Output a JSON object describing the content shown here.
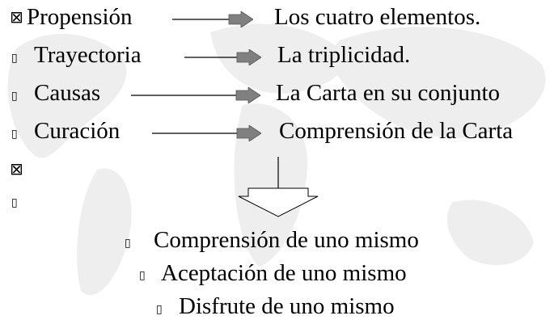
{
  "background": {
    "description_icon": "world-map-watermark",
    "color": "#ececec"
  },
  "top_list": {
    "bullet_boxed": "⊠",
    "bullet_glyph": "▯",
    "items": [
      {
        "label": "Propensión",
        "target": "Los cuatro elementos."
      },
      {
        "label": "Trayectoria",
        "target": "La triplicidad."
      },
      {
        "label": "Causas",
        "target": "La Carta en su conjunto"
      },
      {
        "label": "Curación",
        "target": "Comprensión de la Carta"
      }
    ],
    "extra_bullet_1": "⊠",
    "extra_bullet_2": "▯"
  },
  "arrow_icon": "right-arrow-icon",
  "down_arrow_icon": "down-arrow-icon",
  "bottom_list": {
    "items": [
      "Comprensión de uno mismo",
      "Aceptación de uno mismo",
      "Disfrute de uno mismo"
    ]
  },
  "colors": {
    "arrow_fill": "#808080",
    "line": "#000000"
  }
}
